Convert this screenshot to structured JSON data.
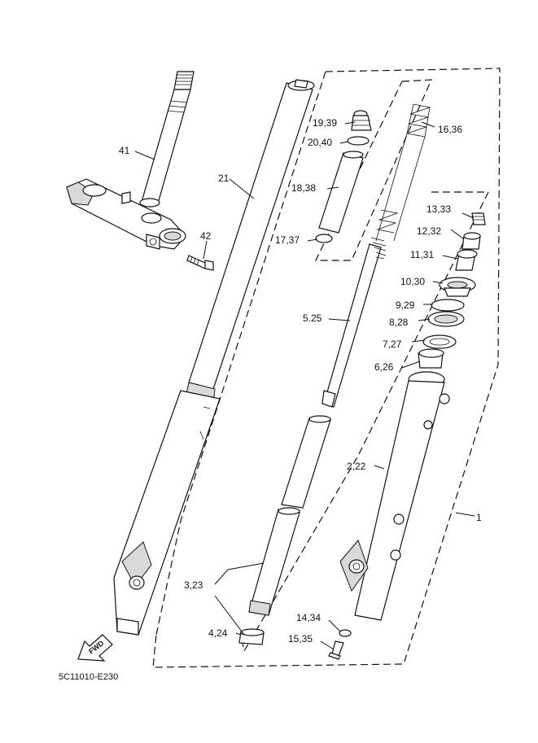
{
  "labels": {
    "p41": "41",
    "p42": "42",
    "p21": "21",
    "p19_39": "19,39",
    "p20_40": "20,40",
    "p18_38": "18,38",
    "p17_37": "17,37",
    "p16_36": "16,36",
    "p13_33": "13,33",
    "p12_32": "12,32",
    "p11_31": "11,31",
    "p10_30": "10,30",
    "p9_29": "9,29",
    "p8_28": "8,28",
    "p7_27": "7,27",
    "p6_26": "6,26",
    "p5_25": "5.25",
    "p2_22": "2,22",
    "p1": "1",
    "p3_23": "3,23",
    "p4_24": "4,24",
    "p14_34": "14,34",
    "p15_35": "15,35"
  },
  "fwd_text": "FWD",
  "diagram_code": "5C11010-E230"
}
